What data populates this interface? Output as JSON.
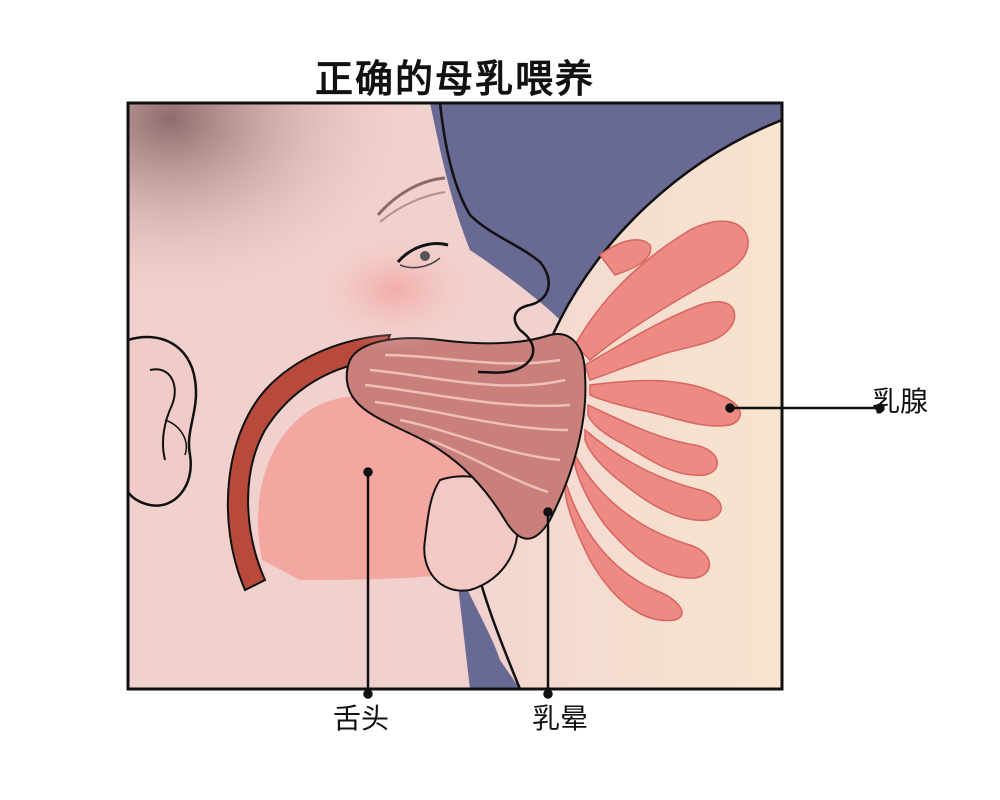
{
  "title": "正确的母乳喂养",
  "labels": {
    "mammary_gland": "乳腺",
    "tongue": "舌头",
    "areola": "乳晕"
  },
  "colors": {
    "skin": "#f3cfcb",
    "breast": "#f6e1d2",
    "clothing": "#696a94",
    "gland": "#ec8a83",
    "tongue": "#f4a6a0",
    "mouth_wall": "#b84a3c",
    "areola": "#c97f7a",
    "outline": "#111111"
  }
}
